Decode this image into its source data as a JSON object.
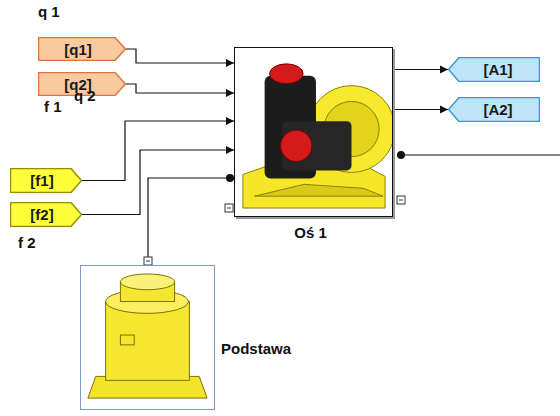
{
  "diagram": {
    "nodes": [
      {
        "text": [
          "[q1]"
        ]
      },
      {
        "text": [
          "[q2]"
        ]
      },
      {
        "text": [
          "[f1]"
        ]
      },
      {
        "text": [
          "[f2]"
        ]
      },
      {
        "text": [
          "Oś 1"
        ]
      },
      {
        "text": [
          "[A1]"
        ]
      },
      {
        "text": [
          "[A2]"
        ]
      },
      {
        "text": [
          "Podstawa"
        ]
      }
    ],
    "edges": [
      {
        "from": 0,
        "to": 4,
        "arrow": "to"
      },
      {
        "from": 1,
        "to": 4,
        "arrow": "to"
      },
      {
        "from": 2,
        "to": 4,
        "arrow": "to"
      },
      {
        "from": 3,
        "to": 4,
        "arrow": "to"
      },
      {
        "from": 4,
        "to": 5,
        "arrow": "to"
      },
      {
        "from": 4,
        "to": 6,
        "arrow": "to"
      },
      {
        "from": 7,
        "to": 4,
        "arrow": "none"
      }
    ],
    "labels": [
      "q 1",
      "q 2",
      "f 1",
      "f 2"
    ]
  }
}
